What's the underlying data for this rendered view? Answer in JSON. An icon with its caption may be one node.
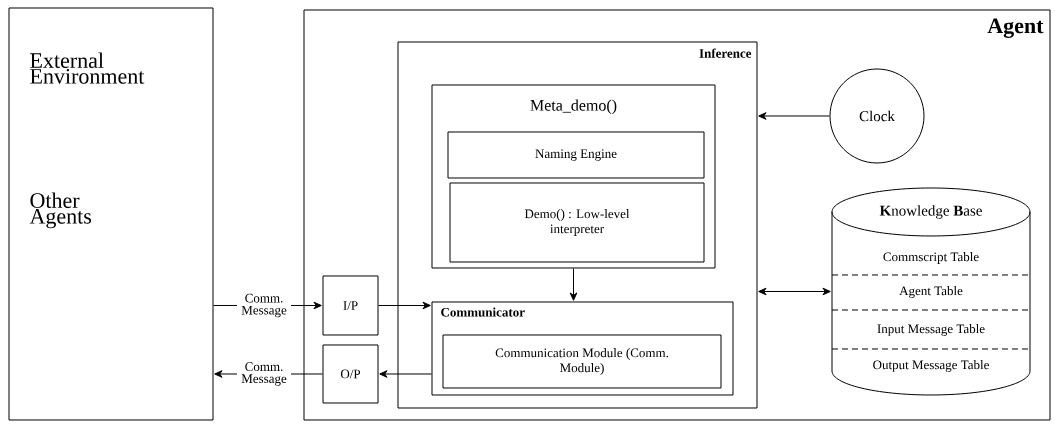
{
  "diagram": {
    "nodes": [
      {
        "text": [
          "External Environment",
          "Other Agents"
        ]
      },
      {
        "text": [
          "Agent"
        ]
      },
      {
        "text": [
          "Inference"
        ],
        "in": 1
      },
      {
        "text": [
          "Meta_demo()"
        ],
        "in": 2
      },
      {
        "text": [
          "Naming Engine"
        ],
        "in": 3
      },
      {
        "text": [
          "Demo() : Low-level interpreter"
        ],
        "in": 3
      },
      {
        "text": [
          "Communicator"
        ],
        "in": 2
      },
      {
        "text": [
          "Communication Module (Comm. Module)"
        ],
        "in": 6
      },
      {
        "text": [
          "I/P"
        ],
        "in": 1
      },
      {
        "text": [
          "O/P"
        ],
        "in": 1
      },
      {
        "text": [
          "Clock"
        ],
        "in": 1
      },
      {
        "text": [
          "**K**nowledge **B**ase",
          "Commscript Table",
          "Agent Table",
          "Input Message Table",
          "Output Message Table"
        ],
        "in": 1
      }
    ],
    "edges": [
      {
        "from": 0,
        "to": 8,
        "arrow": "to",
        "label": "Comm. Message"
      },
      {
        "from": 8,
        "to": 6,
        "arrow": "to"
      },
      {
        "from": 6,
        "to": 9,
        "arrow": "to"
      },
      {
        "from": 9,
        "to": 0,
        "arrow": "to",
        "label": "Comm. Message"
      },
      {
        "from": 3,
        "to": 6,
        "arrow": "to"
      },
      {
        "from": 10,
        "to": 2,
        "arrow": "to"
      },
      {
        "from": 2,
        "to": 11,
        "arrow": "both"
      }
    ]
  }
}
